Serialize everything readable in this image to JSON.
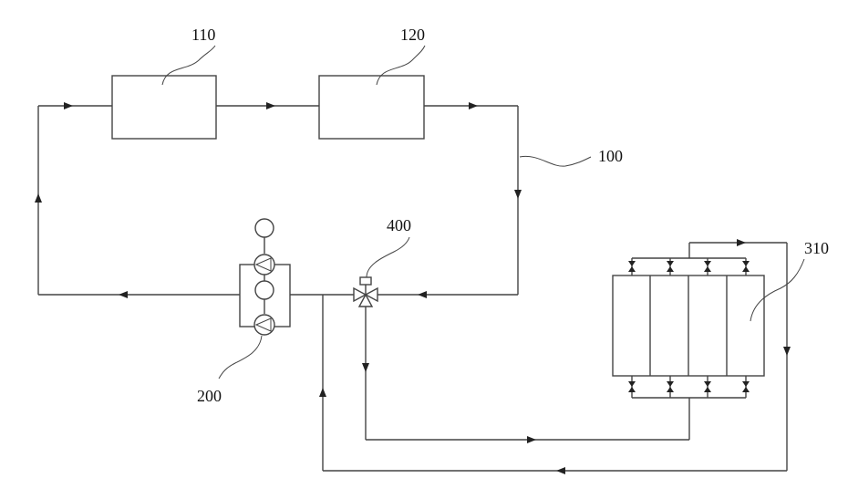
{
  "labels": {
    "box_110": "110",
    "box_120": "120",
    "loop_100": "100",
    "pump_200": "200",
    "valve_400": "400",
    "panel_310": "310"
  }
}
